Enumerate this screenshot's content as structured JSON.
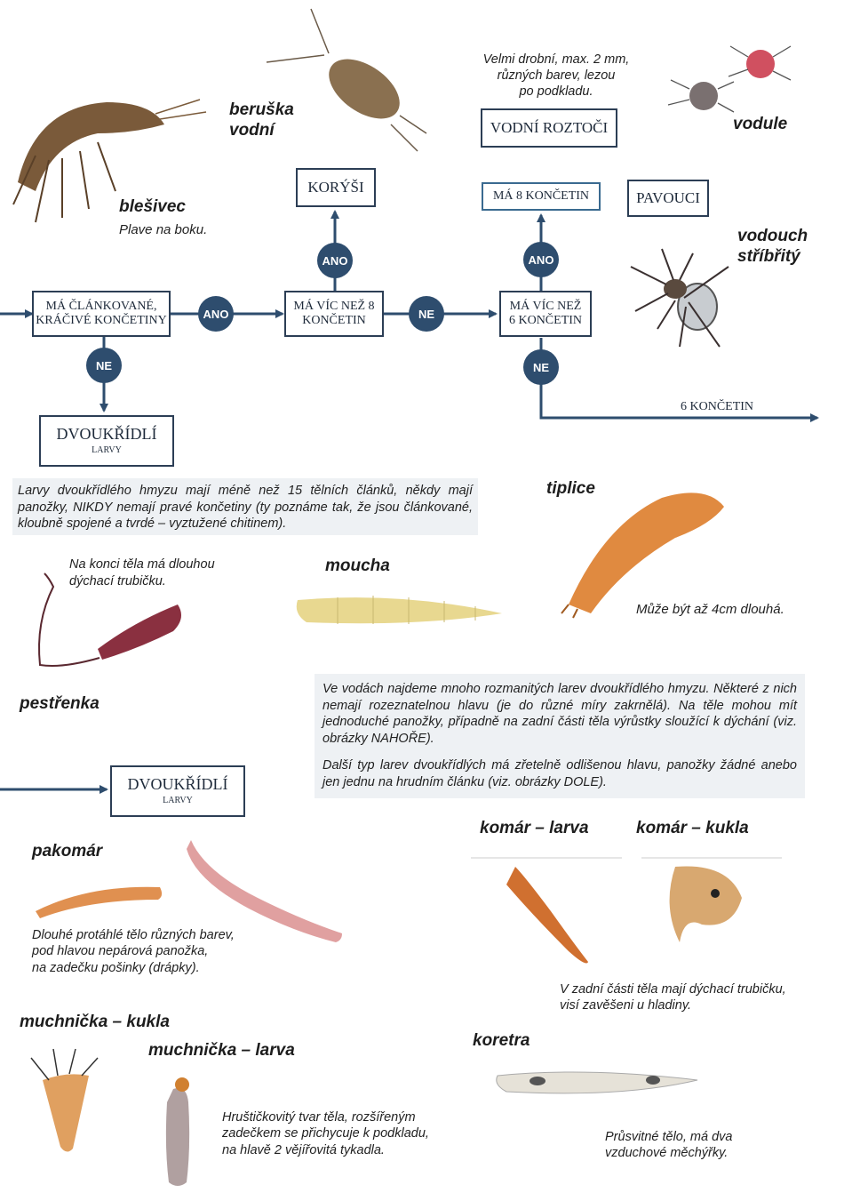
{
  "flow": {
    "box_clankovane": "MÁ ČLÁNKOVANÉ, KRÁČIVÉ KONČETINY",
    "box_vic8": "MÁ VÍC NEŽ 8 KONČETIN",
    "box_vic6": "MÁ VÍC NEŽ 6 KONČETIN",
    "box_korysi": "KORÝŠI",
    "box_ma8": "MÁ 8 KONČETIN",
    "box_pavouci": "PAVOUCI",
    "box_roztoci": "VODNÍ ROZTOČI",
    "box_dvoukridli_1_line1": "DVOUKŘÍDLÍ",
    "box_dvoukridli_1_line2": "larvy",
    "box_dvoukridli_2_line1": "DVOUKŘÍDLÍ",
    "box_dvoukridli_2_line2": "larvy",
    "yes": "ANO",
    "no": "NE",
    "label_6_koncetin": "6 KONČETIN"
  },
  "organisms": {
    "blesivec": {
      "name": "blešivec",
      "caption": "Plave na boku."
    },
    "beruska": {
      "name_line1": "beruška",
      "name_line2": "vodní"
    },
    "roztoci": {
      "caption_line1": "Velmi drobní, max. 2 mm,",
      "caption_line2": "různých barev, lezou",
      "caption_line3": "po podkladu."
    },
    "vodule": {
      "name": "vodule"
    },
    "vodouch": {
      "name_line1": "vodouch",
      "name_line2": "stříbřitý"
    },
    "tiplice": {
      "name": "tiplice",
      "caption": "Může být až 4cm dlouhá."
    },
    "moucha": {
      "name": "moucha"
    },
    "pestrenka": {
      "name": "pestřenka",
      "caption_line1": "Na konci těla má dlouhou",
      "caption_line2": "dýchací trubičku."
    },
    "pakomar": {
      "name": "pakomár",
      "caption_line1": "Dlouhé protáhlé tělo různých barev,",
      "caption_line2": "pod hlavou nepárová panožka,",
      "caption_line3": "na zadečku pošinky (drápky)."
    },
    "komar_larva": {
      "name": "komár – larva"
    },
    "komar_kukla": {
      "name": "komár – kukla"
    },
    "komar_caption_line1": "V zadní části těla mají dýchací trubičku,",
    "komar_caption_line2": "visí zavěšeni u hladiny.",
    "muchnicka_kukla": {
      "name": "muchnička – kukla"
    },
    "muchnicka_larva": {
      "name": "muchnička – larva",
      "caption_line1": "Hruštičkovitý tvar těla, rozšířeným",
      "caption_line2": "zadečkem se přichycuje k podkladu,",
      "caption_line3": "na hlavě 2 vějířovitá tykadla."
    },
    "koretra": {
      "name": "koretra",
      "caption_line1": "Průsvitné tělo, má dva",
      "caption_line2": "vzduchové měchýřky."
    }
  },
  "panels": {
    "larvy_info": "Larvy dvoukřídlého hmyzu mají méně než 15 tělních článků, někdy mají panožky, NIKDY nemají pravé končetiny (ty poznáme tak, že jsou článkované, kloubně spojené a tvrdé – vyztužené chitinem).",
    "vody_p1": "Ve vodách najdeme mnoho rozmanitých larev dvoukřídlého hmyzu. Některé z nich nemají rozeznatelnou hlavu (je do různé míry zakrnělá). Na těle mohou mít jednoduché panožky, případně na zadní části těla výrůstky sloužící k dýchání (viz. obrázky NAHOŘE).",
    "vody_p2": "Další typ larev dvoukřídlých má zřetelně odlišenou hlavu, panožky žádné anebo jen jednu na hrudním článku (viz. obrázky DOLE)."
  },
  "colors": {
    "navy": "#2e4d6e",
    "line": "#2c3e55",
    "panel": "#eef1f4"
  }
}
